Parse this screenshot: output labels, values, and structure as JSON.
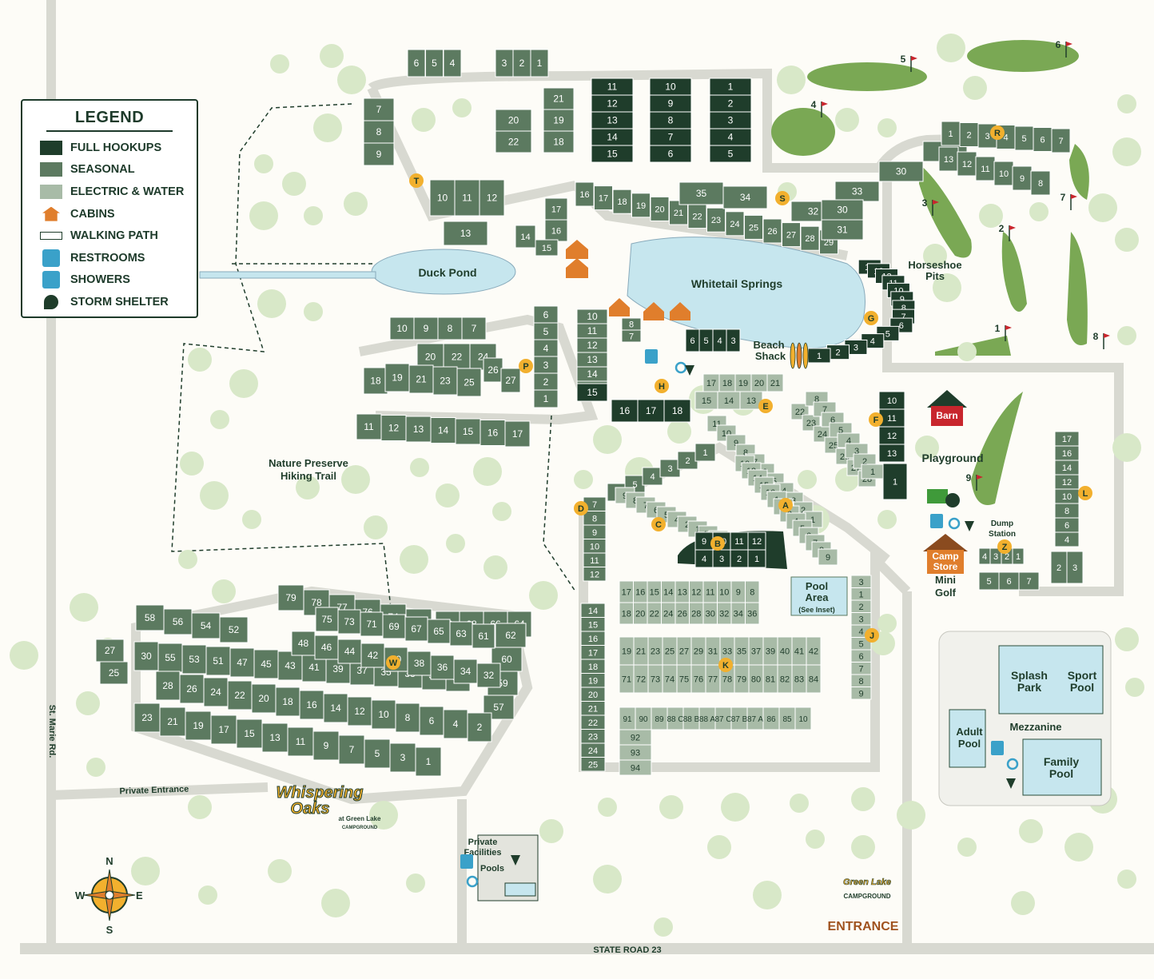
{
  "legend": {
    "title": "LEGEND",
    "items": [
      {
        "label": "FULL HOOKUPS",
        "icon": "full-hookups-swatch",
        "color": "#1f3d2b"
      },
      {
        "label": "SEASONAL",
        "icon": "seasonal-swatch",
        "color": "#5c7a60"
      },
      {
        "label": "ELECTRIC & WATER",
        "icon": "electric-water-swatch",
        "color": "#a8bba7"
      },
      {
        "label": "CABINS",
        "icon": "cabin-icon",
        "color": "#e07e2c"
      },
      {
        "label": "WALKING PATH",
        "icon": "walking-path-line",
        "color": "#1f3d2b"
      },
      {
        "label": "RESTROOMS",
        "icon": "restroom-icon",
        "color": "#3aa1c9"
      },
      {
        "label": "SHOWERS",
        "icon": "shower-icon",
        "color": "#3aa1c9"
      },
      {
        "label": "STORM SHELTER",
        "icon": "storm-shelter-icon",
        "color": "#1f3d2b"
      }
    ]
  },
  "labels": {
    "duck_pond": "Duck Pond",
    "whitetail": "Whitetail Springs",
    "beach": "Beach",
    "shack": "Shack",
    "horseshoe": "Horseshoe",
    "pits": "Pits",
    "nature": "Nature Preserve",
    "hiking": "Hiking Trail",
    "barn": "Barn",
    "playground": "Playground",
    "dump": "Dump",
    "station": "Station",
    "camp": "Camp",
    "store": "Store",
    "mini": "Mini",
    "golf": "Golf",
    "pool": "Pool",
    "area": "Area",
    "see_inset": "(See Inset)",
    "splash": "Splash",
    "park": "Park",
    "sport": "Sport",
    "mezzanine": "Mezzanine",
    "adult": "Adult",
    "family": "Family",
    "private": "Private",
    "facilities": "Facilities",
    "pools": "Pools",
    "state_road": "STATE ROAD 23",
    "st_marie": "St. Marie Rd.",
    "private_entrance": "Private Entrance",
    "entrance": "ENTRANCE",
    "wo1": "Whispering",
    "wo2": "Oaks",
    "wo3": "at Green Lake",
    "campground": "CAMPGROUND",
    "gl": "Green Lake",
    "n": "N",
    "s": "S",
    "e": "E",
    "w": "W"
  },
  "zone_letters": [
    "A",
    "B",
    "C",
    "D",
    "E",
    "F",
    "G",
    "H",
    "J",
    "K",
    "L",
    "P",
    "R",
    "S",
    "T",
    "W",
    "Z"
  ],
  "golf_holes": [
    "1",
    "2",
    "3",
    "4",
    "5",
    "6",
    "7",
    "8",
    "9"
  ],
  "colors": {
    "full": "#1f3d2b",
    "seasonal": "#5c7a60",
    "ew": "#a8bba7",
    "road": "#e3e4dd",
    "tree": "#d5e6c5",
    "water": "#c6e6ee",
    "green": "#7aa854",
    "badge": "#f2b02e",
    "cabin": "#e07e2c",
    "barn": "#c8262d"
  },
  "sites": {
    "top_row": [
      "6",
      "5",
      "4",
      "3",
      "2",
      "1"
    ],
    "s_col1": [
      "11",
      "12",
      "13",
      "14",
      "15"
    ],
    "s_col2": [
      "10",
      "9",
      "8",
      "7",
      "6"
    ],
    "s_col3": [
      "1",
      "2",
      "3",
      "4",
      "5"
    ],
    "t_left": [
      "7",
      "8",
      "9"
    ],
    "t_mid": [
      "10",
      "11",
      "12"
    ],
    "t_13": "13",
    "t_grid": [
      "21",
      "20",
      "22",
      "19",
      "18"
    ],
    "s_arc": [
      "16",
      "17",
      "18",
      "19",
      "20",
      "21",
      "22",
      "23",
      "24",
      "25",
      "26",
      "27",
      "28",
      "29"
    ],
    "s_right": [
      "35",
      "34",
      "32",
      "33",
      "30",
      "31"
    ],
    "t_small": [
      "17",
      "16",
      "14",
      "15"
    ],
    "g_arc": [
      "14",
      "13",
      "12",
      "11",
      "10",
      "9",
      "8",
      "7",
      "6",
      "5",
      "4",
      "3",
      "2",
      "1"
    ],
    "r_upper": [
      "1",
      "2",
      "3",
      "4",
      "5",
      "6",
      "7"
    ],
    "r_lower": [
      "13",
      "12",
      "11",
      "10",
      "9",
      "8"
    ],
    "p_top": [
      "10",
      "9",
      "8",
      "7"
    ],
    "p_mid1": [
      "20",
      "22",
      "24"
    ],
    "p_mid2": [
      "18",
      "19",
      "21",
      "23",
      "25",
      "26",
      "27"
    ],
    "p_bottom": [
      "11",
      "12",
      "13",
      "14",
      "15",
      "16",
      "17"
    ],
    "p_right": [
      "6",
      "5",
      "4",
      "3",
      "2",
      "1"
    ],
    "h_col": [
      "10",
      "11",
      "12",
      "13",
      "14",
      "15"
    ],
    "h_low": [
      "16",
      "17",
      "18"
    ],
    "h_box": [
      "6",
      "5",
      "4",
      "3"
    ],
    "h_87": [
      "8",
      "7"
    ],
    "e_sites": [
      "17",
      "18",
      "19",
      "20",
      "21",
      "15",
      "14",
      "13",
      "11",
      "10",
      "9",
      "8",
      "7",
      "6",
      "5",
      "4",
      "3",
      "2",
      "1",
      "22",
      "23",
      "24",
      "25",
      "26",
      "27",
      "28"
    ],
    "f_sites": [
      "8",
      "7",
      "6",
      "5",
      "4",
      "3",
      "2",
      "1",
      "10",
      "11",
      "12",
      "13"
    ],
    "d_col": [
      "7",
      "8",
      "9",
      "10",
      "11",
      "12"
    ],
    "d_arc": [
      "6",
      "5",
      "4",
      "3",
      "2",
      "1"
    ],
    "c_sites": [
      "9",
      "8",
      "7",
      "6",
      "5",
      "4",
      "2",
      "1",
      "10",
      "11"
    ],
    "a_sites": [
      "10",
      "12",
      "14",
      "15",
      "16",
      "1",
      "2",
      "3",
      "4",
      "5",
      "6",
      "7",
      "8",
      "9"
    ],
    "b_sites": [
      "9",
      "10",
      "11",
      "12",
      "4",
      "3",
      "2",
      "1"
    ],
    "k_row1": [
      "17",
      "16",
      "15",
      "14",
      "13",
      "12",
      "11",
      "10",
      "9",
      "8"
    ],
    "k_row2": [
      "18",
      "20",
      "22",
      "24",
      "26",
      "28",
      "30",
      "32",
      "34",
      "36"
    ],
    "k_row3": [
      "19",
      "21",
      "23",
      "25",
      "27",
      "29",
      "31",
      "33",
      "35",
      "37",
      "39",
      "40",
      "41",
      "42"
    ],
    "k_row4": [
      "71",
      "72",
      "73",
      "74",
      "75",
      "76",
      "77",
      "78",
      "79",
      "80",
      "81",
      "82",
      "83",
      "84"
    ],
    "k_row5": [
      "91",
      "90",
      "89",
      "88 C",
      "88 B",
      "88 A",
      "87 C",
      "87 B",
      "87 A",
      "86",
      "85",
      "10"
    ],
    "k_left": [
      "92",
      "93",
      "94"
    ],
    "d_long": [
      "14",
      "15",
      "16",
      "17",
      "18",
      "19",
      "20",
      "21",
      "22",
      "23",
      "24",
      "25"
    ],
    "j_col": [
      "3",
      "1",
      "2",
      "3",
      "4",
      "5",
      "6",
      "7",
      "8",
      "9"
    ],
    "l_col": [
      "17",
      "16",
      "14",
      "12",
      "10",
      "8",
      "6",
      "4",
      "3",
      "2"
    ],
    "z_sites": [
      "4",
      "3",
      "2",
      "1",
      "5",
      "6",
      "7"
    ],
    "w_outer_top": [
      "79",
      "78",
      "77",
      "76",
      "74",
      "72",
      "70",
      "68",
      "66",
      "64",
      "62",
      "60",
      "59",
      "57"
    ],
    "w_outer_left": [
      "58",
      "56",
      "54",
      "52",
      "27",
      "25"
    ],
    "w_r1": [
      "30",
      "55",
      "53",
      "51",
      "47",
      "45",
      "43",
      "41",
      "39",
      "37",
      "35",
      "33",
      "31",
      "29"
    ],
    "w_r2": [
      "28",
      "26",
      "24",
      "22",
      "20",
      "18",
      "16",
      "14",
      "12",
      "10",
      "8",
      "6",
      "4",
      "2"
    ],
    "w_r3": [
      "23",
      "21",
      "19",
      "17",
      "15",
      "13",
      "11",
      "9",
      "7",
      "5",
      "3",
      "1"
    ],
    "w_inner": [
      "75",
      "73",
      "71",
      "69",
      "67",
      "65",
      "63",
      "61",
      "48",
      "46",
      "44",
      "42",
      "40",
      "38",
      "36",
      "34",
      "32"
    ]
  }
}
